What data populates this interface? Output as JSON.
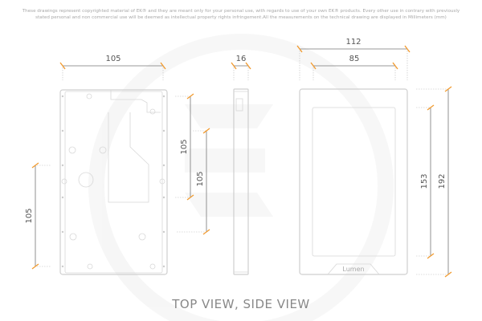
{
  "disclaimer": "These drawings represent copyrighted material of EK® and they are meant only for your personal use, with regards to use of  your own EK® products. Every other use in contrary with previously stated personal and non commercial use will be deemed as intellectual property rights infringement.All the measurements on the technical drawing are displayed in Millimeters (mm)",
  "title": "TOP VIEW, SIDE VIEW",
  "accent_color": "#f29a2e",
  "watermark": "EK",
  "product_label": "Lumen",
  "dimensions": {
    "back_width": "105",
    "back_left_height": "105",
    "back_right_height_1": "105",
    "back_right_height_2": "105",
    "side_thickness": "16",
    "front_width": "112",
    "screen_width": "85",
    "screen_height": "153",
    "front_height": "192"
  }
}
